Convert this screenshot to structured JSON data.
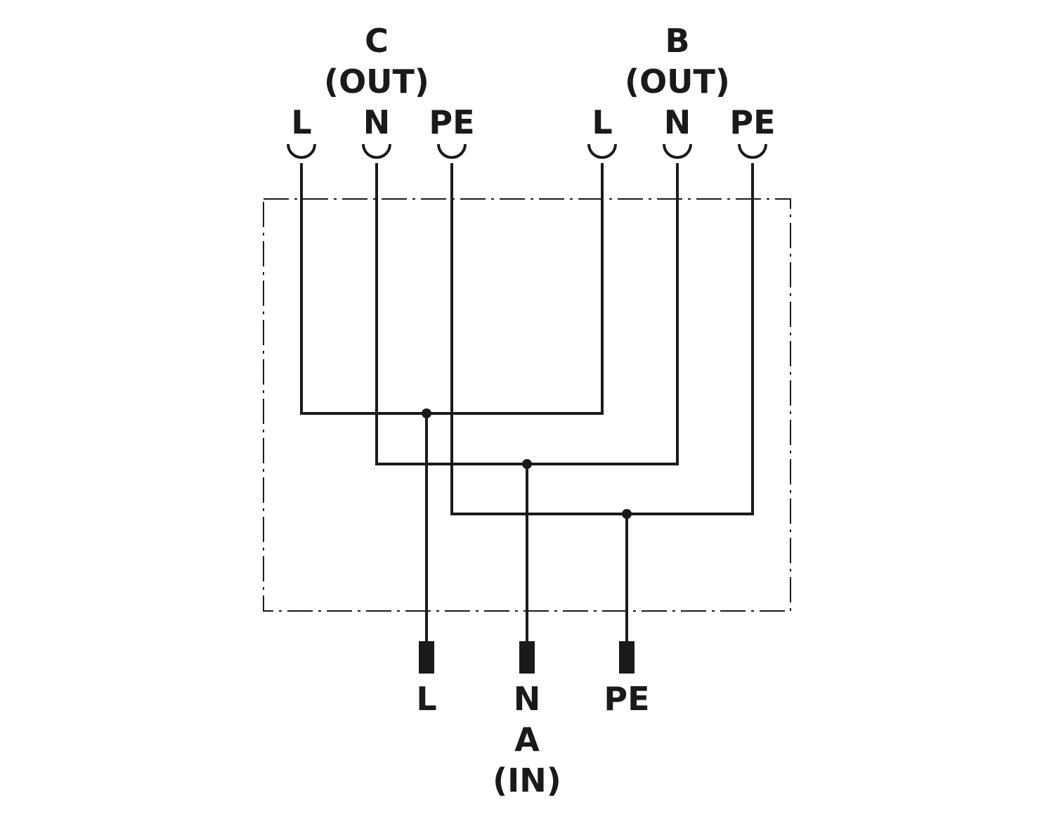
{
  "colors": {
    "ink": "#1a1a1a",
    "background": "#ffffff"
  },
  "connector_c": {
    "name": "C",
    "role": "(OUT)",
    "terminals": [
      "L",
      "N",
      "PE"
    ]
  },
  "connector_b": {
    "name": "B",
    "role": "(OUT)",
    "terminals": [
      "L",
      "N",
      "PE"
    ]
  },
  "connector_a": {
    "name": "A",
    "role": "(IN)",
    "terminals": [
      "L",
      "N",
      "PE"
    ]
  }
}
